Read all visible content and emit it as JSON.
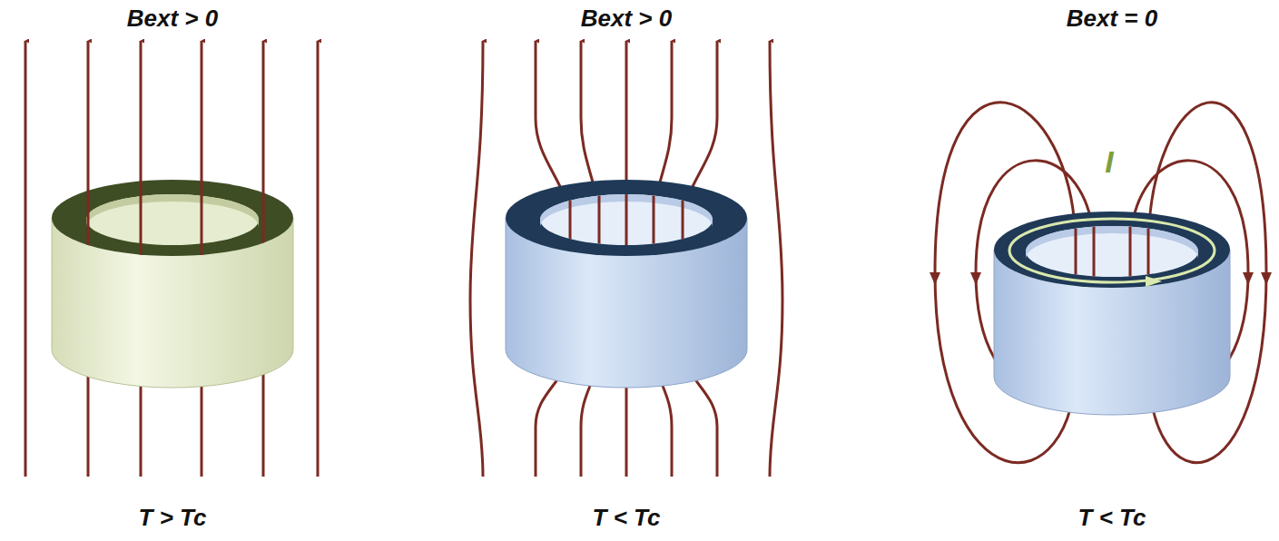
{
  "diagram": {
    "labels": [
      "Bext > 0",
      "Bext > 0",
      "Bext = 0",
      "I",
      "T > Tc",
      "T < Tc",
      "T < Tc"
    ]
  }
}
